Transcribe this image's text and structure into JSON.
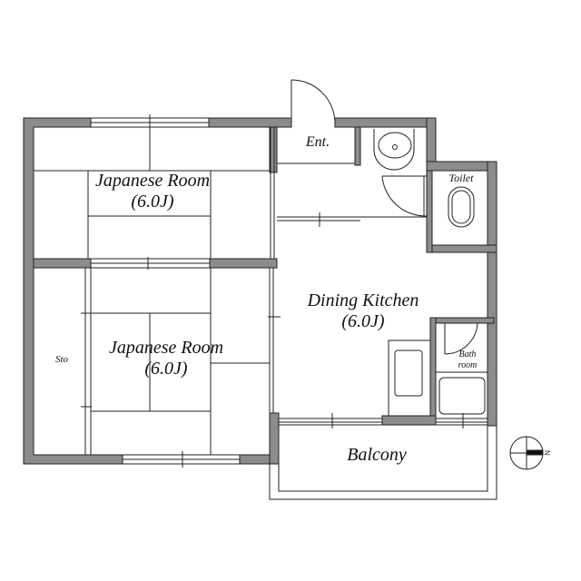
{
  "plan": {
    "wall_color": "#8c8c8c",
    "line_color": "#222222",
    "compass": {
      "north_label": "N",
      "direction": "east"
    }
  },
  "rooms": {
    "japanese_room_1": {
      "name": "Japanese Room",
      "size": "(6.0J)"
    },
    "japanese_room_2": {
      "name": "Japanese Room",
      "size": "(6.0J)"
    },
    "dining_kitchen": {
      "name": "Dining Kitchen",
      "size": "(6.0J)"
    },
    "entrance": {
      "name": "Ent."
    },
    "toilet": {
      "name": "Toilet"
    },
    "bathroom": {
      "name_line1": "Bath",
      "name_line2": "room"
    },
    "storage": {
      "name": "Sto"
    },
    "balcony": {
      "name": "Balcony"
    }
  }
}
